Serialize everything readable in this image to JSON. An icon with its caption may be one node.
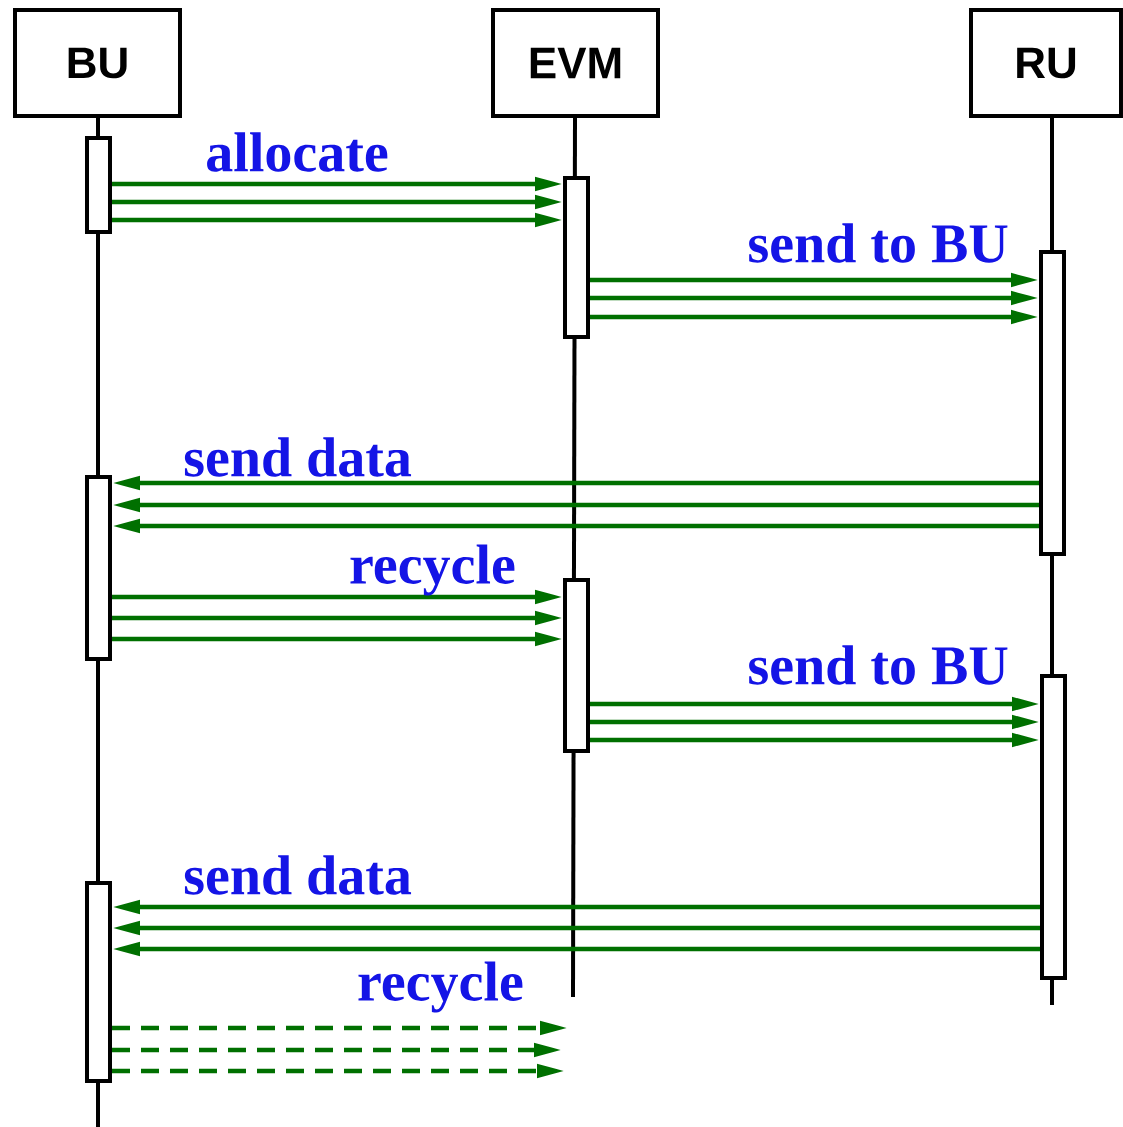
{
  "diagram": {
    "nodes": [
      {
        "text": [
          "BU"
        ]
      },
      {
        "text": [
          "EVM"
        ]
      },
      {
        "text": [
          "RU"
        ]
      },
      {
        "text": [],
        "shape": "bar"
      },
      {
        "text": [],
        "shape": "bar"
      },
      {
        "text": [],
        "shape": "bar"
      },
      {
        "text": [],
        "shape": "bar"
      },
      {
        "text": [],
        "shape": "bar"
      },
      {
        "text": [],
        "shape": "bar"
      },
      {
        "text": [],
        "shape": "bar"
      }
    ],
    "edges": [
      {
        "from": 3,
        "to": 6,
        "arrow": "to",
        "label": "allocate"
      },
      {
        "from": 3,
        "to": 6,
        "arrow": "to"
      },
      {
        "from": 3,
        "to": 6,
        "arrow": "to"
      },
      {
        "from": 6,
        "to": 8,
        "arrow": "to",
        "label": "send to BU"
      },
      {
        "from": 6,
        "to": 8,
        "arrow": "to"
      },
      {
        "from": 6,
        "to": 8,
        "arrow": "to"
      },
      {
        "from": 8,
        "to": 4,
        "arrow": "to",
        "label": "send data"
      },
      {
        "from": 8,
        "to": 4,
        "arrow": "to"
      },
      {
        "from": 8,
        "to": 4,
        "arrow": "to"
      },
      {
        "from": 4,
        "to": 7,
        "arrow": "to",
        "label": "recycle"
      },
      {
        "from": 4,
        "to": 7,
        "arrow": "to"
      },
      {
        "from": 4,
        "to": 7,
        "arrow": "to"
      },
      {
        "from": 7,
        "to": 9,
        "arrow": "to",
        "label": "send to BU"
      },
      {
        "from": 7,
        "to": 9,
        "arrow": "to"
      },
      {
        "from": 7,
        "to": 9,
        "arrow": "to"
      },
      {
        "from": 9,
        "to": 5,
        "arrow": "to",
        "label": "send data"
      },
      {
        "from": 9,
        "to": 5,
        "arrow": "to"
      },
      {
        "from": 9,
        "to": 5,
        "arrow": "to"
      },
      {
        "from": 5,
        "to": null,
        "arrow": "to",
        "label": "recycle",
        "style": "dashed"
      },
      {
        "from": 5,
        "to": null,
        "arrow": "to",
        "style": "dashed"
      },
      {
        "from": 5,
        "to": null,
        "arrow": "to",
        "style": "dashed"
      }
    ]
  }
}
